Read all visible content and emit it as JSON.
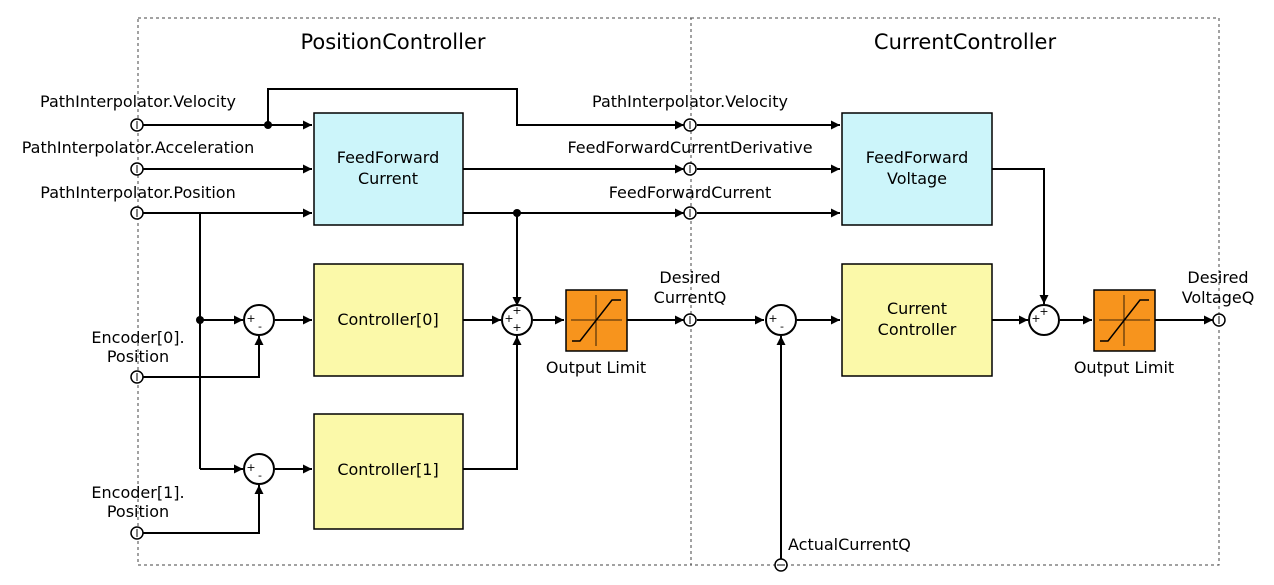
{
  "sections": {
    "position_title": "PositionController",
    "current_title": "CurrentController"
  },
  "inputs": {
    "velocity": "PathInterpolator.Velocity",
    "acceleration": "PathInterpolator.Acceleration",
    "position": "PathInterpolator.Position",
    "encoder0_line1": "Encoder[0].",
    "encoder0_line2": "Position",
    "encoder1_line1": "Encoder[1].",
    "encoder1_line2": "Position"
  },
  "signals": {
    "velocity": "PathInterpolator.Velocity",
    "ff_current_derivative": "FeedForwardCurrentDerivative",
    "ff_current": "FeedForwardCurrent",
    "desired_current_line1": "Desired",
    "desired_current_line2": "CurrentQ",
    "actual_current": "ActualCurrentQ",
    "desired_voltage_line1": "Desired",
    "desired_voltage_line2": "VoltageQ"
  },
  "blocks": {
    "ff_current_line1": "FeedForward",
    "ff_current_line2": "Current",
    "controller0": "Controller[0]",
    "controller1": "Controller[1]",
    "ff_voltage_line1": "FeedForward",
    "ff_voltage_line2": "Voltage",
    "current_ctrl_line1": "Current",
    "current_ctrl_line2": "Controller",
    "output_limit_1": "Output Limit",
    "output_limit_2": "Output Limit"
  },
  "colors": {
    "feedforward_block": "#ccf5fa",
    "controller_block": "#fbf9a9",
    "limit_block": "#f7941d",
    "wire": "#000000"
  }
}
